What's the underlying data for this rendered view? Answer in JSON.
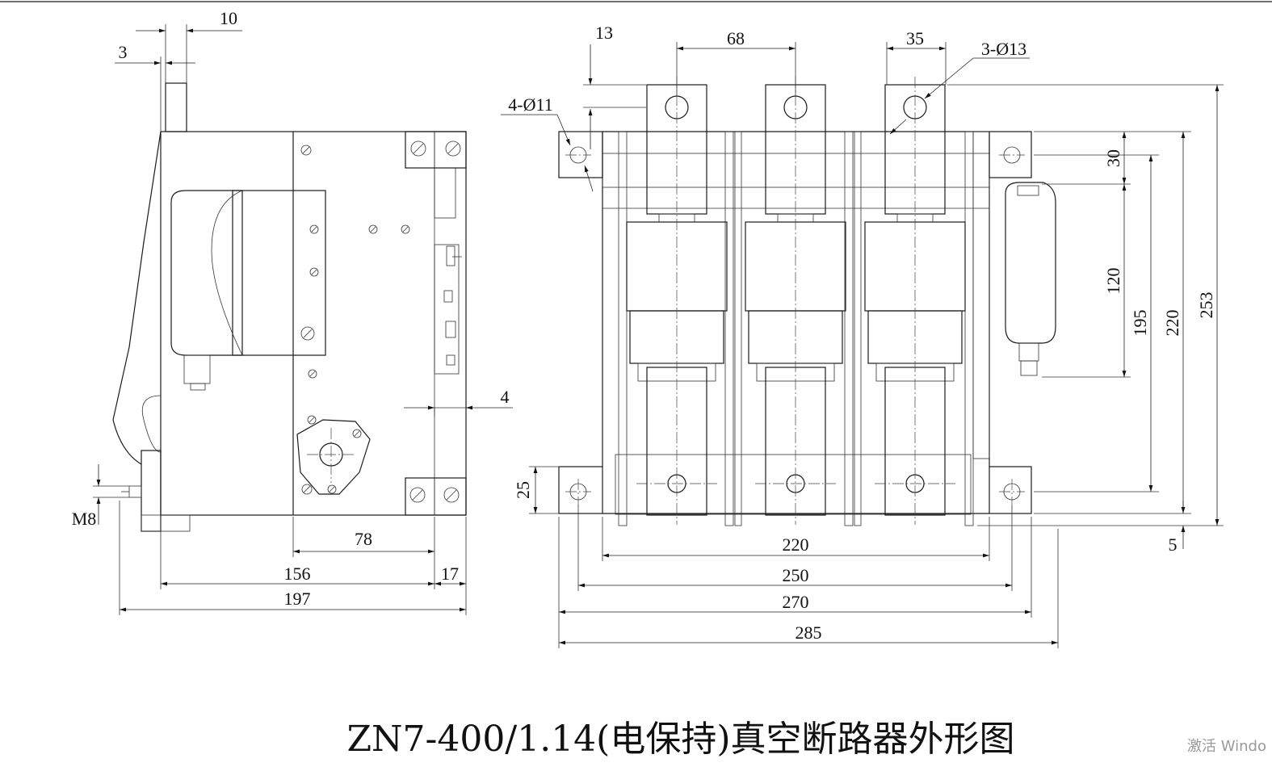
{
  "title": "ZN7-400/1.14(电保持)真空断路器外形图",
  "watermark": "激活 Windo",
  "side_view": {
    "dim_top_10": "10",
    "dim_top_3": "3",
    "dim_4": "4",
    "dim_m8": "M8",
    "dim_78": "78",
    "dim_156": "156",
    "dim_17": "17",
    "dim_197": "197"
  },
  "front_view": {
    "dim_13": "13",
    "dim_68": "68",
    "dim_35": "35",
    "dim_3_d13": "3-Ø13",
    "dim_4_d11": "4-Ø11",
    "dim_30": "30",
    "dim_120": "120",
    "dim_195": "195",
    "dim_220_v": "220",
    "dim_253": "253",
    "dim_25": "25",
    "dim_5": "5",
    "dim_220_h": "220",
    "dim_250": "250",
    "dim_270": "270",
    "dim_285": "285"
  }
}
